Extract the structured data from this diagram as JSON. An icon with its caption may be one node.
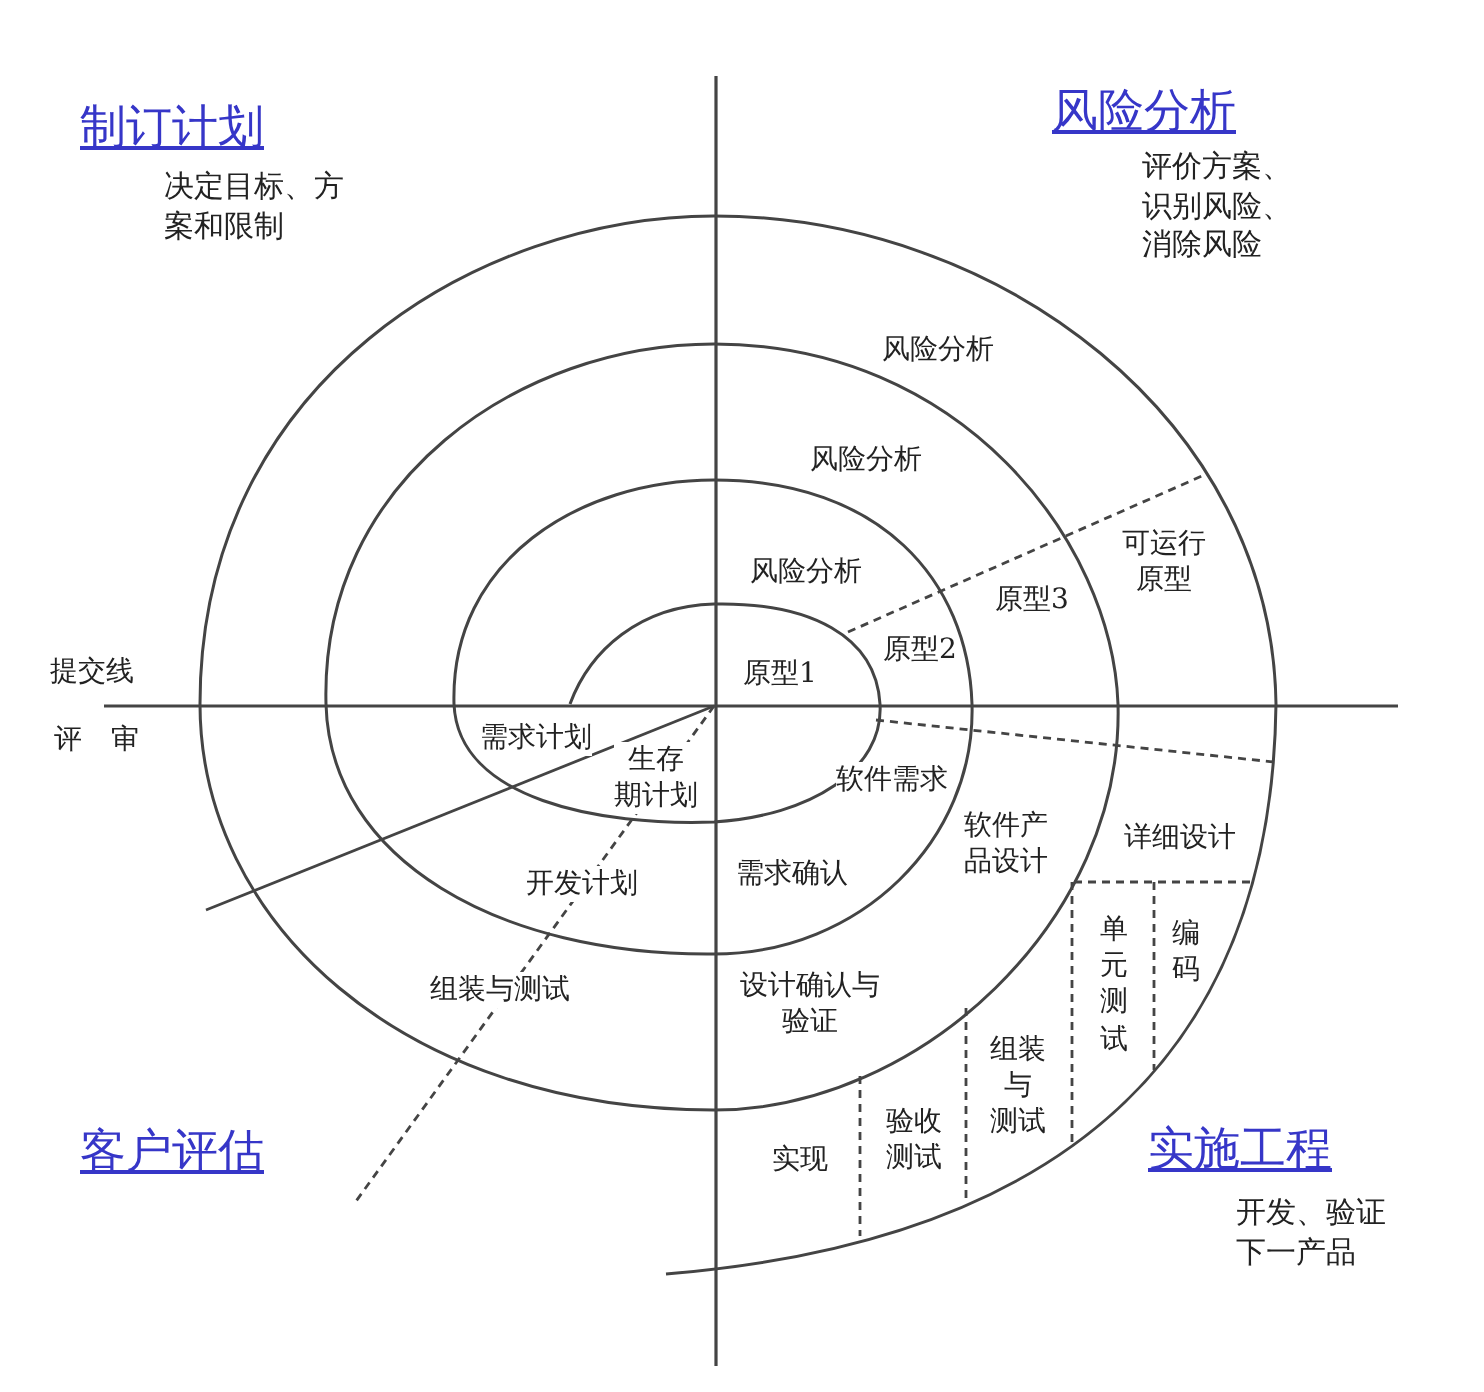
{
  "diagram": {
    "labels": [
      "制订计划",
      "决定目标、方案和限制",
      "风险分析",
      "评价方案、识别风险、消除风险",
      "风险分析",
      "风险分析",
      "可运行原型",
      "风险分析",
      "原型3",
      "原型2",
      "提交线",
      "原型1",
      "评 审",
      "需求计划",
      "生存期计划",
      "软件需求",
      "软件产品设计",
      "详细设计",
      "需求确认",
      "开发计划",
      "单元测试",
      "编码",
      "组装与测试",
      "设计确认与验证",
      "组装与测试",
      "验收测试",
      "客户评估",
      "实施工程",
      "实现",
      "开发、验证下一产品"
    ]
  }
}
